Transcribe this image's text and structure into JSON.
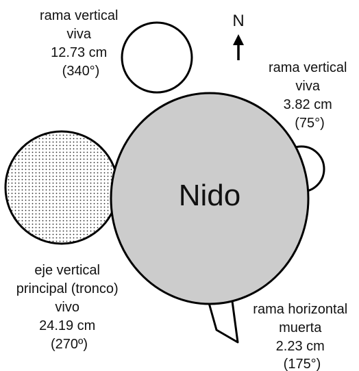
{
  "nest_label": "Nido",
  "north_label": "N",
  "branches": [
    {
      "id": "top",
      "lines": [
        "rama vertical",
        "viva",
        "12.73 cm",
        "(340°)"
      ]
    },
    {
      "id": "right",
      "lines": [
        "rama vertical",
        "viva",
        "3.82 cm",
        "(75°)"
      ]
    },
    {
      "id": "trunk",
      "lines": [
        "eje vertical",
        "principal (tronco)",
        "vivo",
        "24.19 cm",
        "(270º)"
      ]
    },
    {
      "id": "dead",
      "lines": [
        "rama horizontal",
        "muerta",
        "2.23 cm",
        "(175°)"
      ]
    }
  ],
  "colors": {
    "nest_fill": "#cccccc",
    "stroke": "#000000",
    "trunk_dots": "#222222"
  }
}
